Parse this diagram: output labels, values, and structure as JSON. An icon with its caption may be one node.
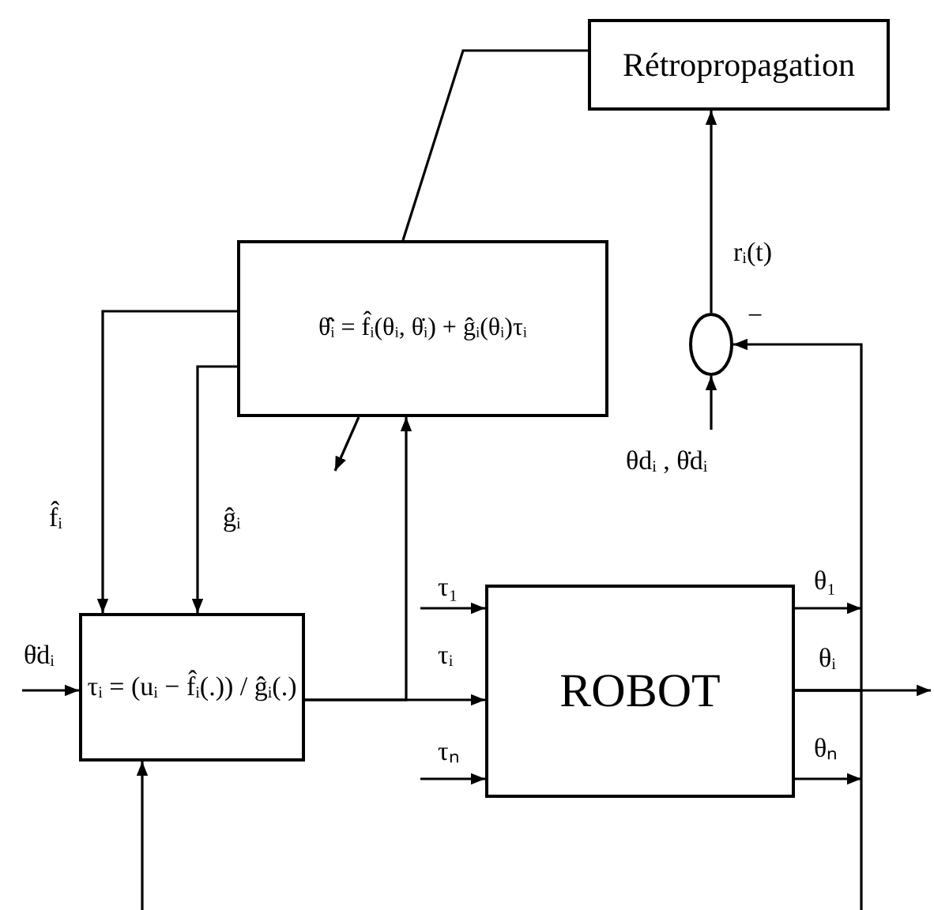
{
  "diagram": {
    "nodes": [
      {
        "text": [
          "Rétropropagation"
        ]
      },
      {
        "text": [
          "θ̈̂ᵢ = f̂ᵢ(θᵢ, θ̇ᵢ) + ĝᵢ(θᵢ)τᵢ"
        ]
      },
      {
        "text": [],
        "shape": "circle"
      },
      {
        "text": [
          "τᵢ = (uᵢ − f̂ᵢ(.)) / ĝᵢ(.)"
        ]
      },
      {
        "text": [
          "ROBOT"
        ]
      }
    ],
    "edges": [
      {
        "from": 0,
        "to": 1,
        "arrow": "none"
      },
      {
        "from": 2,
        "to": 0,
        "label": "rᵢ(t)",
        "arrow": "to"
      },
      {
        "from": 1,
        "to": 3,
        "label": "f̂ᵢ",
        "arrow": "to"
      },
      {
        "from": 1,
        "to": 3,
        "label": "ĝᵢ",
        "arrow": "to"
      },
      {
        "from": 1,
        "to": null,
        "arrow": "to"
      },
      {
        "from": 3,
        "to": 1,
        "arrow": "to"
      },
      {
        "from": 3,
        "to": 4,
        "label": "τᵢ",
        "arrow": "to"
      },
      {
        "from": null,
        "to": 4,
        "label": "τ₁",
        "arrow": "to"
      },
      {
        "from": null,
        "to": 4,
        "label": "τₙ",
        "arrow": "to"
      },
      {
        "from": null,
        "to": 3,
        "label": "θ̈dᵢ",
        "arrow": "to"
      },
      {
        "from": null,
        "to": 2,
        "label": "θdᵢ , θ̇dᵢ",
        "arrow": "to"
      },
      {
        "from": 4,
        "to": null,
        "label": "θ₁",
        "arrow": "to"
      },
      {
        "from": 4,
        "to": null,
        "label": "θᵢ",
        "arrow": "to"
      },
      {
        "from": 4,
        "to": null,
        "label": "θₙ",
        "arrow": "to"
      },
      {
        "from": 4,
        "to": 2,
        "label": "−",
        "arrow": "to"
      },
      {
        "from": 4,
        "to": null,
        "arrow": "none"
      },
      {
        "from": null,
        "to": 3,
        "arrow": "to"
      }
    ]
  }
}
